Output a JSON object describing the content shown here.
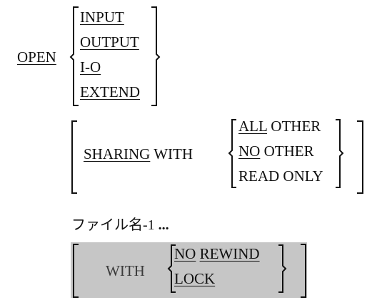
{
  "open_statement": {
    "keyword": "OPEN",
    "mode_options": [
      "INPUT",
      "OUTPUT",
      "I-O",
      "EXTEND"
    ],
    "sharing": {
      "keyword": "SHARING",
      "with": "WITH",
      "options": [
        {
          "kw": "ALL",
          "rest": " OTHER"
        },
        {
          "kw": "NO",
          "rest": " OTHER"
        },
        {
          "kw": "",
          "rest": "READ ONLY"
        }
      ]
    },
    "file_name": "ファイル名-1",
    "ellipsis": "...",
    "with_clause": {
      "with": "WITH",
      "options": [
        {
          "kw": "NO",
          "kw2": "REWIND"
        },
        {
          "kw": "LOCK",
          "kw2": ""
        }
      ]
    }
  }
}
